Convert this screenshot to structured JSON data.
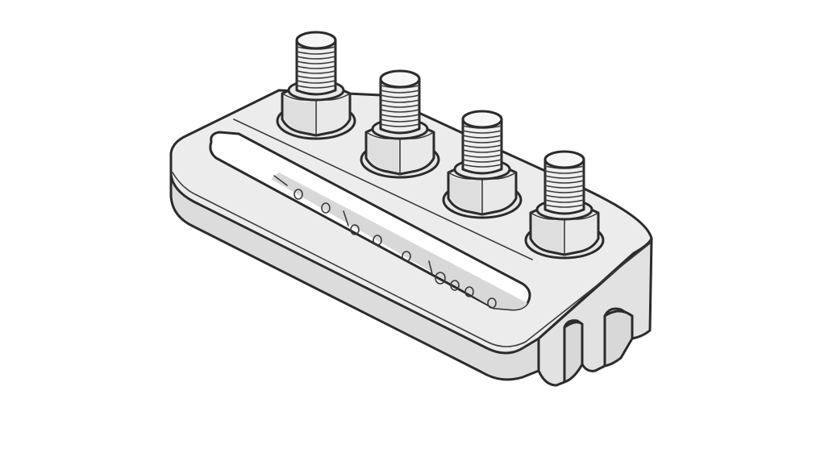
{
  "image": {
    "subject": "",
    "colors": {
      "outline": "#2b2b2b",
      "body": "#ececec",
      "shadow": "#dcdcdc",
      "background": "#ffffff"
    },
    "icons": [
      "bracket-plate",
      "slot",
      "bolt-with-nut",
      "channel-notch"
    ]
  }
}
